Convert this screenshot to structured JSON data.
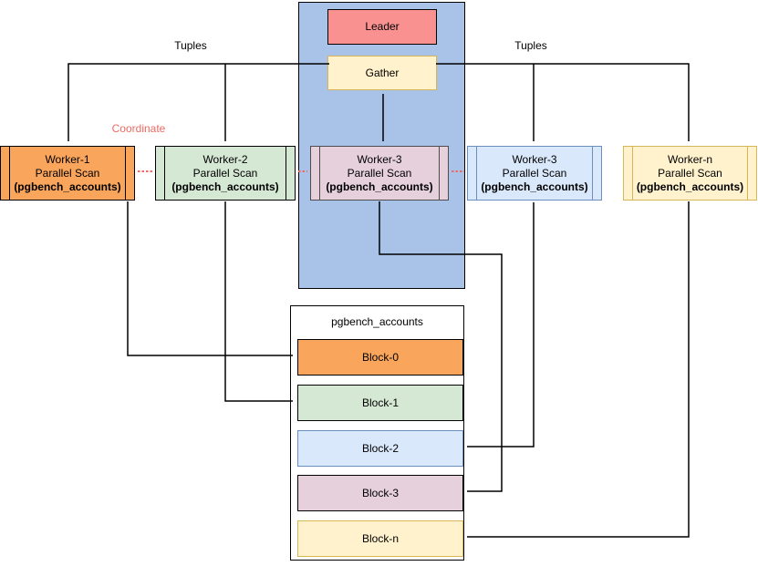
{
  "labels": {
    "tuples_left": "Tuples",
    "tuples_right": "Tuples",
    "coordinate": "Coordinate"
  },
  "leader_box": {
    "label": "Leader"
  },
  "gather_box": {
    "label": "Gather"
  },
  "workers": [
    {
      "name": "Worker-1",
      "role": "Parallel Scan",
      "table": "(pgbench_accounts)",
      "fill": "#f9a55c",
      "border": "#000000"
    },
    {
      "name": "Worker-2",
      "role": "Parallel Scan",
      "table": "(pgbench_accounts)",
      "fill": "#d5e8d4",
      "border": "#000000"
    },
    {
      "name": "Worker-3",
      "role": "Parallel Scan",
      "table": "(pgbench_accounts)",
      "fill": "#e5d0dc",
      "border": "#4d4d4d"
    },
    {
      "name": "Worker-3",
      "role": "Parallel Scan",
      "table": "(pgbench_accounts)",
      "fill": "#dae8fc",
      "border": "#6c8ebf"
    },
    {
      "name": "Worker-n",
      "role": "Parallel Scan",
      "table": "(pgbench_accounts)",
      "fill": "#fff2cc",
      "border": "#d6b656"
    }
  ],
  "storage": {
    "title": "pgbench_accounts",
    "blocks": [
      {
        "label": "Block-0",
        "fill": "#f9a55c",
        "border": "#000000"
      },
      {
        "label": "Block-1",
        "fill": "#d5e8d4",
        "border": "#000000"
      },
      {
        "label": "Block-2",
        "fill": "#dae8fc",
        "border": "#6c8ebf"
      },
      {
        "label": "Block-3",
        "fill": "#e5d0dc",
        "border": "#000000"
      },
      {
        "label": "Block-n",
        "fill": "#fff2cc",
        "border": "#d6b656"
      }
    ]
  },
  "colors": {
    "leader_group_fill": "#a8c2e8",
    "leader_fill": "#fa9191",
    "gather_fill": "#fff2cc",
    "gather_border": "#d6b656",
    "coordinate_red": "#ee6a63",
    "arrow_black": "#000000"
  }
}
